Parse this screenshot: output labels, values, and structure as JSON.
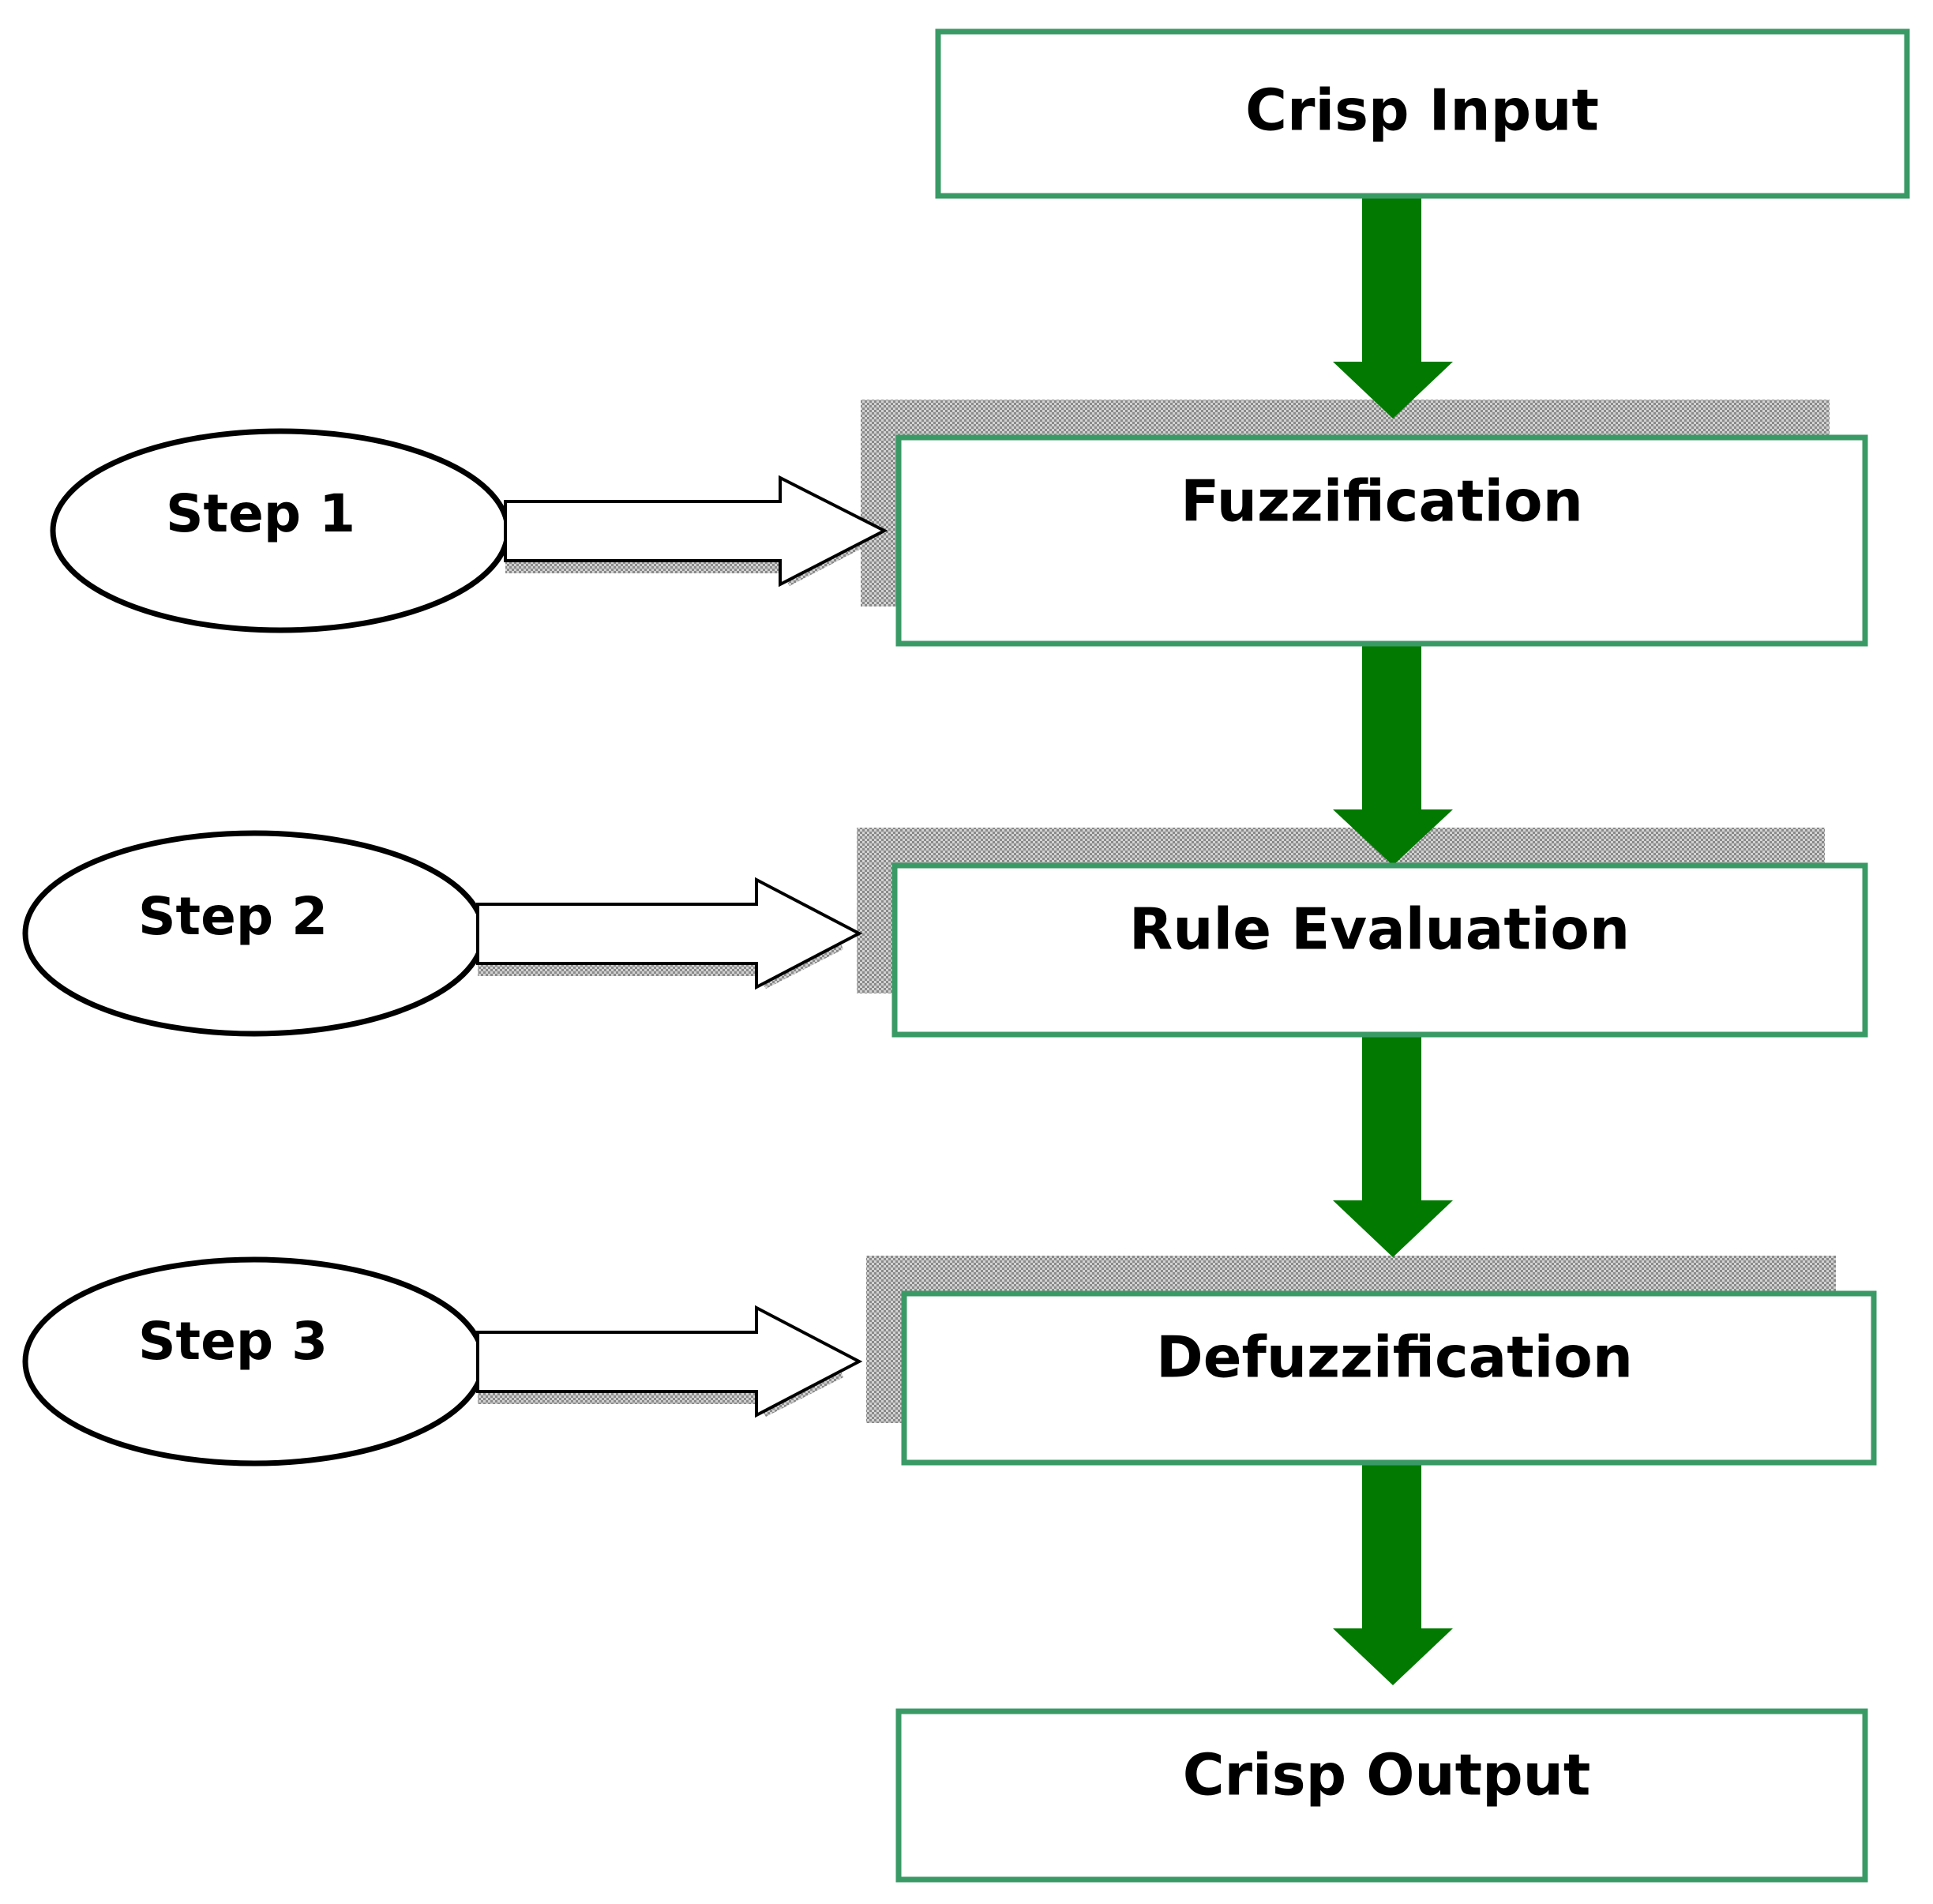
{
  "diagram": {
    "type": "flowchart",
    "colors": {
      "box_border": "#3a9a66",
      "flow_arrow": "#027a02",
      "shadow": "#b4b4b4",
      "outline": "#000000",
      "background": "#ffffff"
    },
    "nodes": {
      "crisp_input": "Crisp Input",
      "fuzzification": "Fuzzification",
      "rule_evaluation": "Rule Evaluation",
      "defuzzification": "Defuzzification",
      "crisp_output": "Crisp Output"
    },
    "steps": {
      "step1": "Step 1",
      "step2": "Step 2",
      "step3": "Step 3"
    }
  }
}
